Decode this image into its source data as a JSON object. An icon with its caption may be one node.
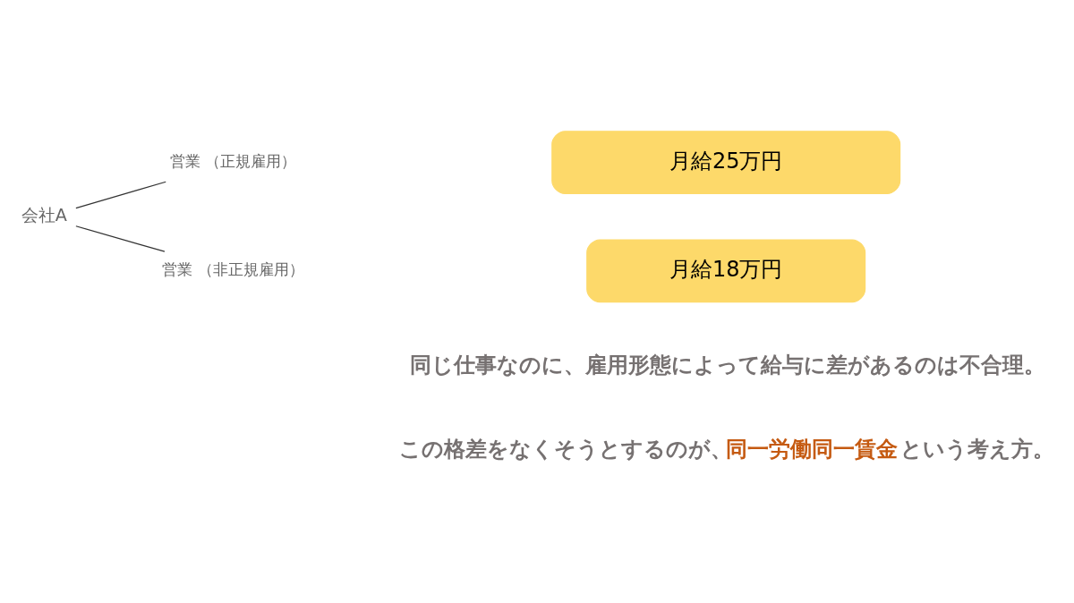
{
  "diagram": {
    "nodes": [
      {
        "text": [
          "会社A"
        ]
      },
      {
        "text": [
          "営業 （正規雇用）"
        ]
      },
      {
        "text": [
          "営業 （非正規雇用）"
        ]
      },
      {
        "text": [
          "月給25万円"
        ]
      },
      {
        "text": [
          "月給18万円"
        ]
      }
    ],
    "edges": [
      {
        "from": 0,
        "to": 1,
        "arrow": "none"
      },
      {
        "from": 0,
        "to": 2,
        "arrow": "none"
      }
    ],
    "labels": [
      "同じ仕事なのに、雇用形態によって給与に差があるのは不合理。",
      "この格差をなくそうとするのが、**同一労働同一賃金**という考え方。"
    ]
  }
}
